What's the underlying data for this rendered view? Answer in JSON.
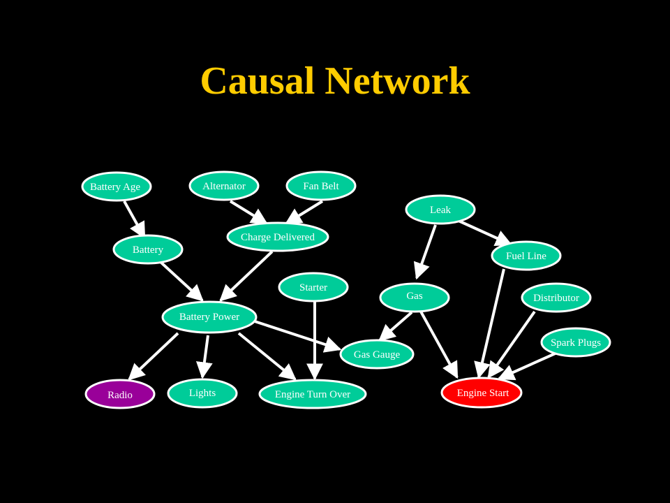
{
  "title": "Causal Network",
  "colors": {
    "background": "#000000",
    "title": "#ffcc00",
    "node_fill": "#00cc99",
    "node_border": "#ffffff",
    "radio_fill": "#990099",
    "engine_start_fill": "#ff0000",
    "edge": "#ffffff"
  },
  "nodes": {
    "battery_age": {
      "label": "Battery Age"
    },
    "alternator": {
      "label": "Alternator"
    },
    "fan_belt": {
      "label": "Fan Belt"
    },
    "charge_delivered": {
      "label": "Charge Delivered"
    },
    "battery": {
      "label": "Battery"
    },
    "starter": {
      "label": "Starter"
    },
    "battery_power": {
      "label": "Battery Power"
    },
    "radio": {
      "label": "Radio"
    },
    "lights": {
      "label": "Lights"
    },
    "engine_turn_over": {
      "label": "Engine Turn Over"
    },
    "gas_gauge": {
      "label": "Gas Gauge"
    },
    "leak": {
      "label": "Leak"
    },
    "fuel_line": {
      "label": "Fuel Line"
    },
    "gas": {
      "label": "Gas"
    },
    "distributor": {
      "label": "Distributor"
    },
    "spark_plugs": {
      "label": "Spark Plugs"
    },
    "engine_start": {
      "label": "Engine Start"
    }
  },
  "edges": [
    {
      "from": "Battery Age",
      "to": "Battery"
    },
    {
      "from": "Alternator",
      "to": "Charge Delivered"
    },
    {
      "from": "Fan Belt",
      "to": "Charge Delivered"
    },
    {
      "from": "Battery",
      "to": "Battery Power"
    },
    {
      "from": "Charge Delivered",
      "to": "Battery Power"
    },
    {
      "from": "Battery Power",
      "to": "Radio"
    },
    {
      "from": "Battery Power",
      "to": "Lights"
    },
    {
      "from": "Battery Power",
      "to": "Engine Turn Over"
    },
    {
      "from": "Battery Power",
      "to": "Gas Gauge"
    },
    {
      "from": "Starter",
      "to": "Engine Turn Over"
    },
    {
      "from": "Leak",
      "to": "Gas"
    },
    {
      "from": "Leak",
      "to": "Fuel Line"
    },
    {
      "from": "Gas",
      "to": "Gas Gauge"
    },
    {
      "from": "Gas",
      "to": "Engine Start"
    },
    {
      "from": "Fuel Line",
      "to": "Engine Start"
    },
    {
      "from": "Distributor",
      "to": "Engine Start"
    },
    {
      "from": "Spark Plugs",
      "to": "Engine Start"
    }
  ]
}
